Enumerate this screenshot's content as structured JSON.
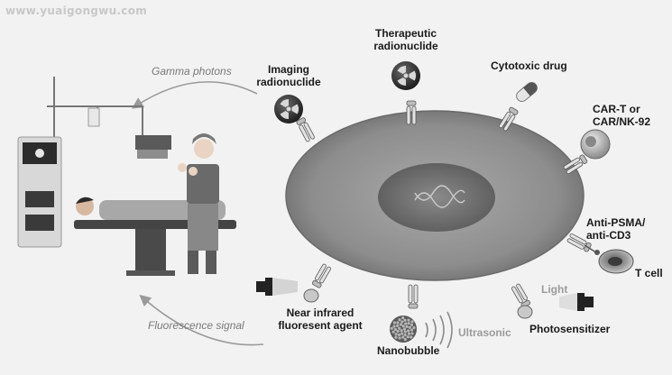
{
  "watermark": "www.yuaigongwu.com",
  "labels": {
    "gamma": "Gamma photons",
    "fluorescence": "Fluorescence signal",
    "imaging_1": "Imaging",
    "imaging_2": "radionuclide",
    "therapeutic_1": "Therapeutic",
    "therapeutic_2": "radionuclide",
    "cytotoxic": "Cytotoxic drug",
    "cart_1": "CAR-T or",
    "cart_2": "CAR/NK-92",
    "psma_1": "Anti-PSMA/",
    "psma_2": "anti-CD3",
    "tcell": "T cell",
    "light": "Light",
    "photosensitizer": "Photosensitizer",
    "ultrasonic": "Ultrasonic",
    "nanobubble": "Nanobubble",
    "nir_1": "Near infrared",
    "nir_2": "fluoresent agent"
  },
  "colors": {
    "background": "#f2f2f2",
    "cell": "#8c8c8c",
    "nucleus": "#6e6e6e",
    "text": "#1a1a1a",
    "arrow": "#9a9a9a"
  }
}
